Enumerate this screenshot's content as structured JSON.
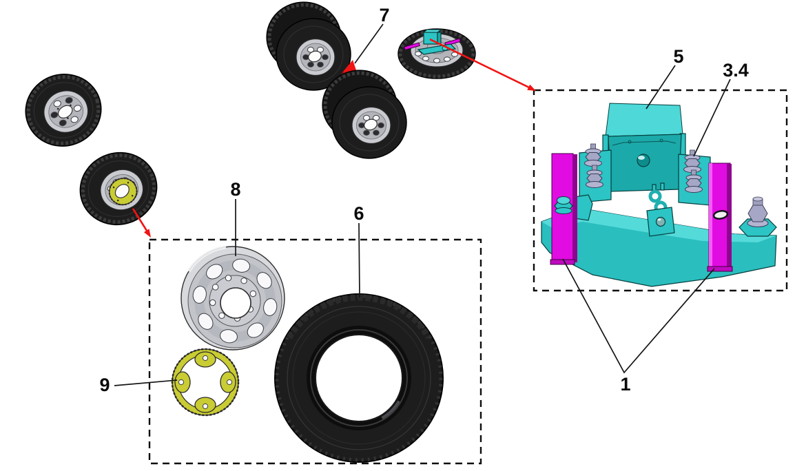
{
  "diagram": {
    "kind": "exploded-parts-diagram",
    "callouts": [
      {
        "label": "1"
      },
      {
        "label": "3.4"
      },
      {
        "label": "5"
      },
      {
        "label": "6"
      },
      {
        "label": "7"
      },
      {
        "label": "8"
      },
      {
        "label": "9"
      }
    ],
    "colors": {
      "background": "#ffffff",
      "tire_black": "#1d1d1d",
      "rim_silver": "#c9cbd0",
      "part_cyan_light": "#4ed8d8",
      "part_cyan": "#2cc4c4",
      "part_teal": "#1ca9a9",
      "part_magenta": "#e10ce1",
      "part_yellow": "#c9cc33",
      "fastener_gray": "#a6a7c6",
      "arrow_red": "#f21313",
      "annotation_black": "#0d0d0d"
    }
  }
}
